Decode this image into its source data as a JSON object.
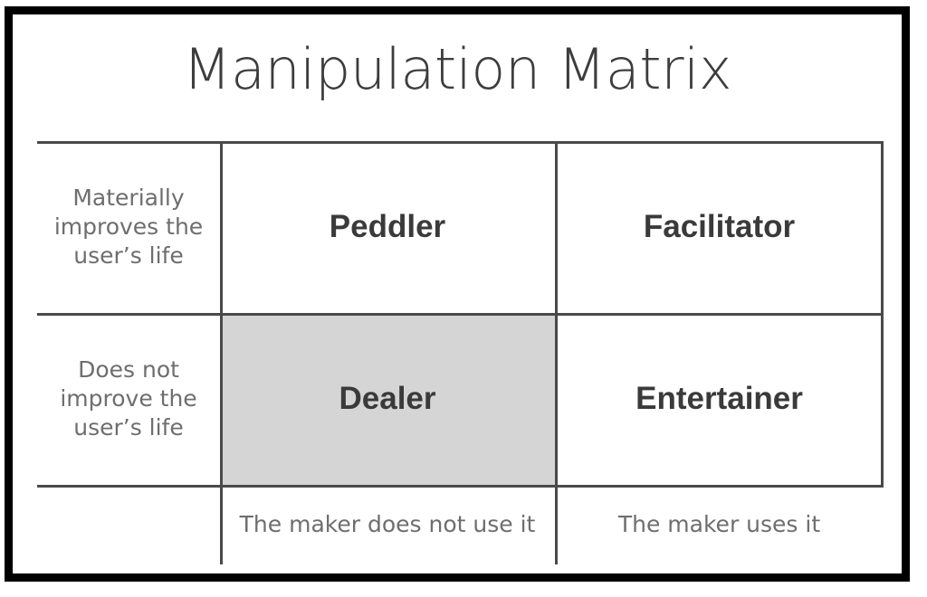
{
  "slide": {
    "title": "Manipulation Matrix",
    "frame_color": "#000000",
    "background": "#ffffff",
    "line_color": "#4a4a4a",
    "label_color": "#6e6e6e",
    "quadrant_color": "#3a3a3a",
    "highlight_color": "#d5d5d5"
  },
  "matrix": {
    "row_labels": [
      {
        "lines": [
          "Materially",
          "improves the",
          "user’s life"
        ]
      },
      {
        "lines": [
          "Does not",
          "improve the",
          "user’s life"
        ]
      }
    ],
    "column_labels": [
      "The maker does not use it",
      "The maker uses it"
    ],
    "quadrants": [
      {
        "name": "Peddler",
        "row": 0,
        "col": 0,
        "highlighted": false
      },
      {
        "name": "Facilitator",
        "row": 0,
        "col": 1,
        "highlighted": false
      },
      {
        "name": "Dealer",
        "row": 1,
        "col": 0,
        "highlighted": true
      },
      {
        "name": "Entertainer",
        "row": 1,
        "col": 1,
        "highlighted": false
      }
    ]
  }
}
